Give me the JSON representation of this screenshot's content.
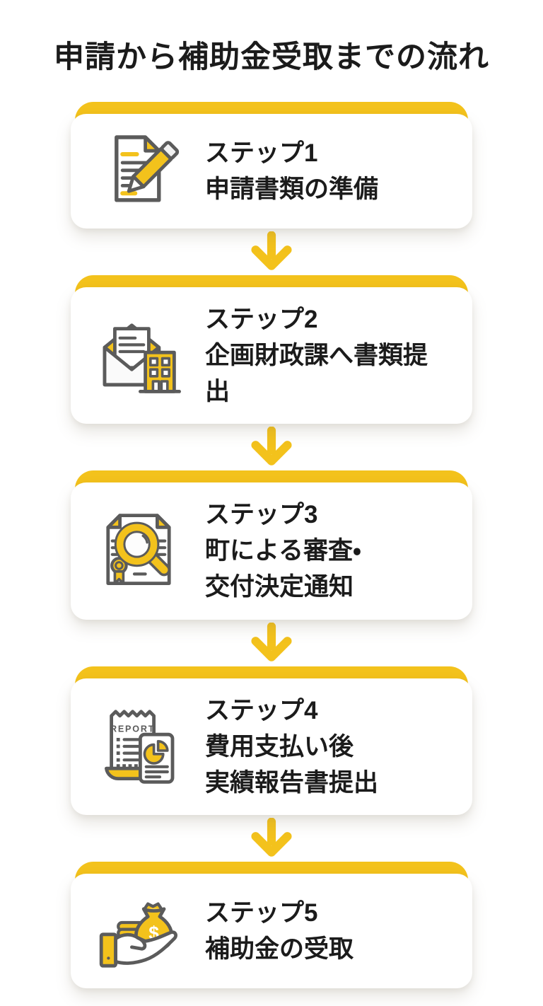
{
  "title": "申請から補助金受取までの流れ",
  "colors": {
    "accent": "#F3C21C",
    "stroke": "#5B5B5B",
    "text": "#1B1B1B",
    "background": "#FFFFFF",
    "card": "#FFFFFF"
  },
  "steps": [
    {
      "name": "step-1",
      "icon": "document-pencil-icon",
      "text": "ステップ1\n申請書類の準備"
    },
    {
      "name": "step-2",
      "icon": "envelope-building-icon",
      "text": "ステップ2\n企画財政課へ書類提出"
    },
    {
      "name": "step-3",
      "icon": "certificate-magnifier-icon",
      "text": "ステップ3\n町による審査・\n交付決定通知"
    },
    {
      "name": "step-4",
      "icon": "receipt-report-icon",
      "icon_text": "REPORT",
      "text": "ステップ4\n費用支払い後\n実績報告書提出"
    },
    {
      "name": "step-5",
      "icon": "moneybag-hand-icon",
      "icon_text": "$",
      "text": "ステップ5\n補助金の受取"
    }
  ]
}
